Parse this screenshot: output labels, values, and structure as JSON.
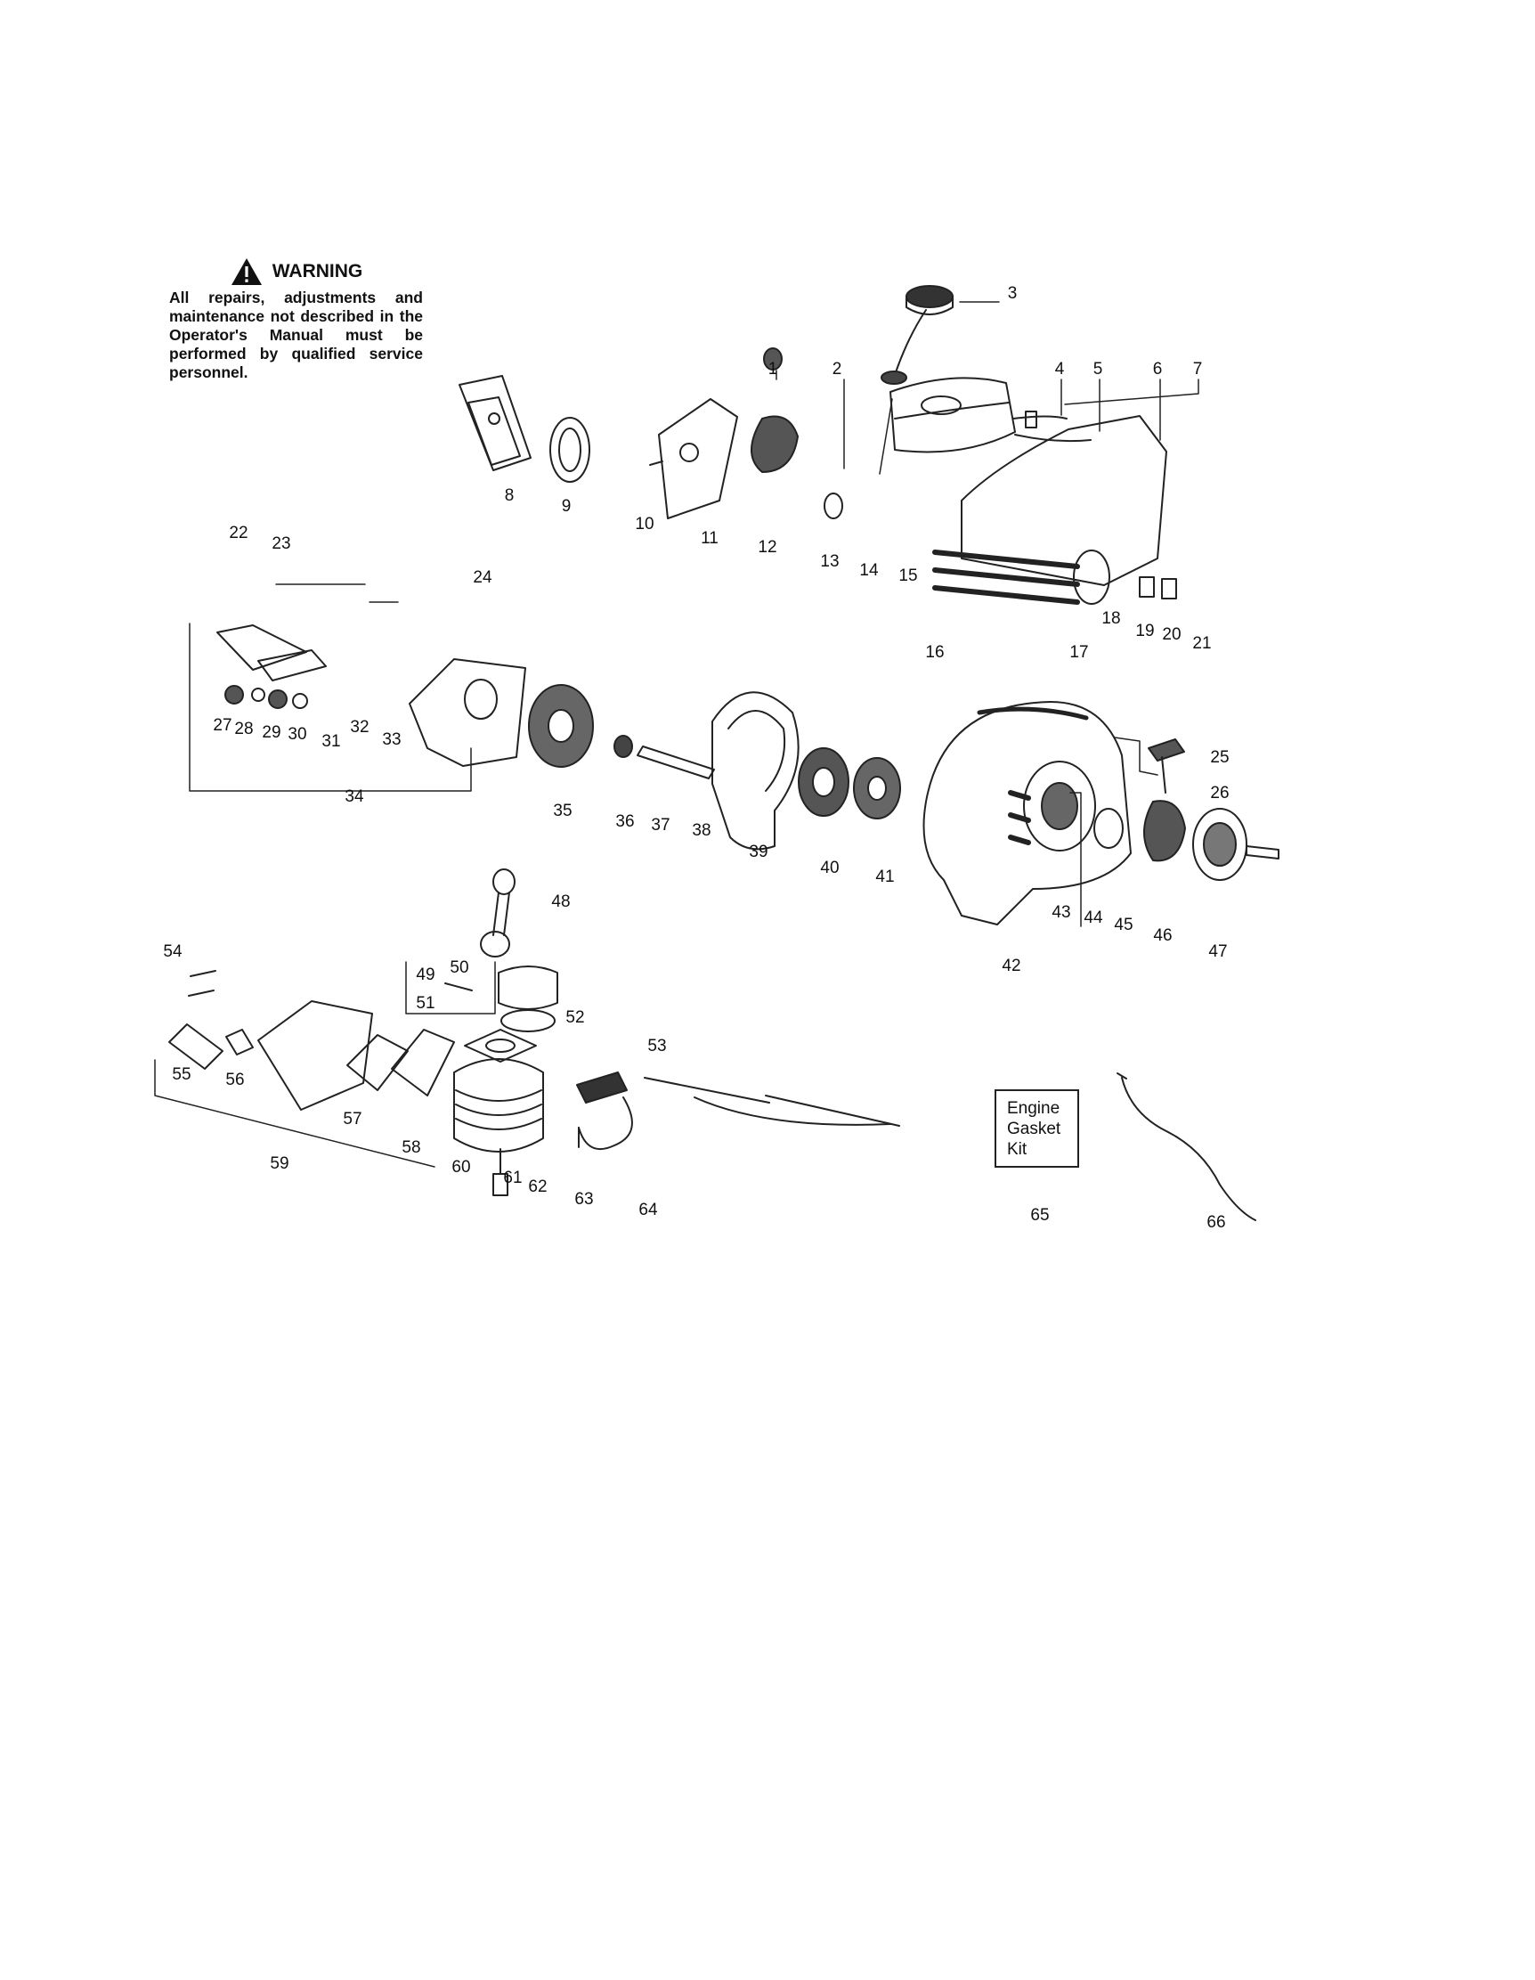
{
  "warning": {
    "title": "WARNING",
    "body": "All repairs, adjustments and maintenance not described in the Operator's Manual must be performed by qualified service personnel."
  },
  "kit_box": {
    "lines": [
      "Engine",
      "Gasket",
      "Kit"
    ]
  },
  "callouts": [
    "1",
    "2",
    "3",
    "4",
    "5",
    "6",
    "7",
    "8",
    "9",
    "10",
    "11",
    "12",
    "13",
    "14",
    "15",
    "16",
    "17",
    "18",
    "19",
    "20",
    "21",
    "22",
    "23",
    "24",
    "25",
    "26",
    "27",
    "28",
    "29",
    "30",
    "31",
    "32",
    "33",
    "34",
    "35",
    "36",
    "37",
    "38",
    "39",
    "40",
    "41",
    "42",
    "43",
    "44",
    "45",
    "46",
    "47",
    "48",
    "49",
    "50",
    "51",
    "52",
    "53",
    "54",
    "55",
    "56",
    "57",
    "58",
    "59",
    "60",
    "61",
    "62",
    "63",
    "64",
    "65",
    "66"
  ]
}
